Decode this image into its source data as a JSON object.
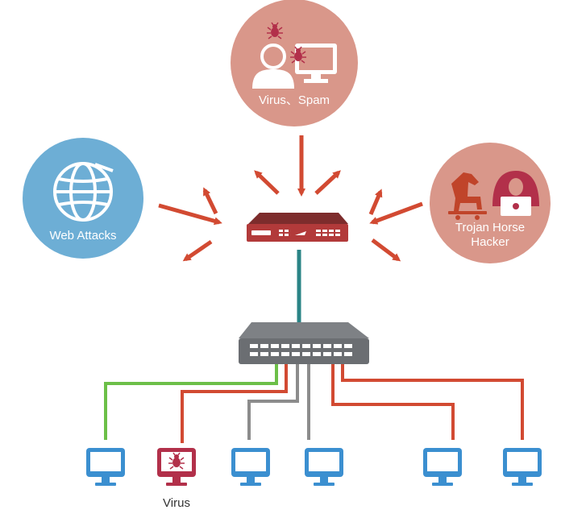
{
  "threats": {
    "top_label": "Virus、Spam",
    "left_label": "Web Attacks",
    "right_label_line1": "Trojan Horse",
    "right_label_line2": "Hacker"
  },
  "endpoints": {
    "infected_label": "Virus"
  },
  "colors": {
    "threat_circle": "#d9978a",
    "web_circle": "#6daed5",
    "arrow": "#d24a32",
    "router_body": "#b23a3a",
    "switch_body": "#6b6e72",
    "uplink": "#2a8486",
    "pc_blue": "#3b8fd0",
    "pc_infected": "#b2304a",
    "line_green": "#6cbf48",
    "line_gray": "#8c8c8c",
    "line_red": "#d24a32"
  }
}
